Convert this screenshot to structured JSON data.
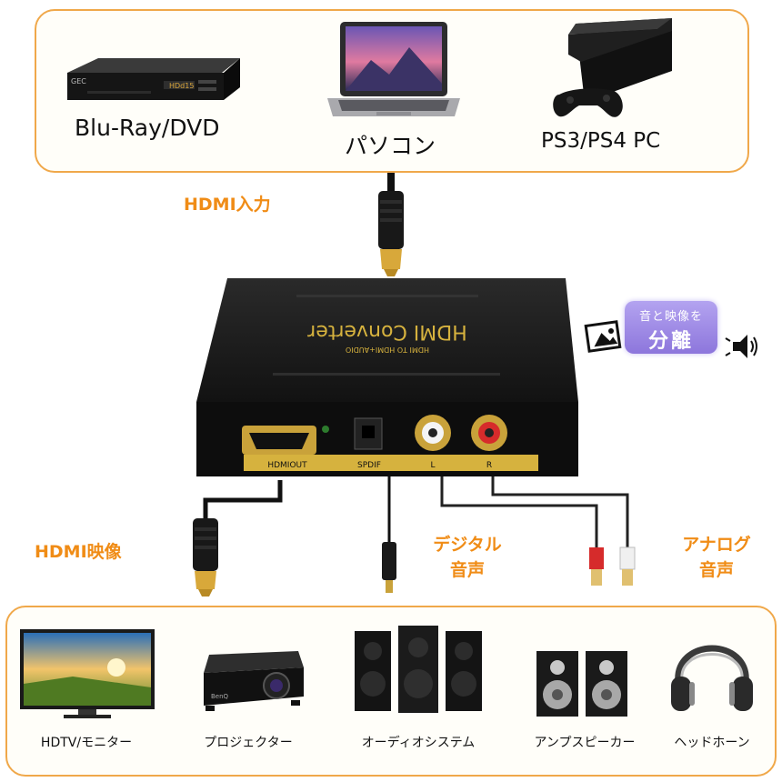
{
  "sources": {
    "bluray_label": "Blu-Ray/DVD",
    "pc_label": "パソコン",
    "ps_label": "PS3/PS4 PC",
    "player_brand": "GEC",
    "player_display": "HDd15"
  },
  "device": {
    "title": "HDMI Converter",
    "subtitle": "HDMI TO HDMI+AUDIO",
    "port_hdmi_out": "HDMIOUT",
    "port_spdif": "SPDIF",
    "port_left": "L",
    "port_right": "R"
  },
  "labels": {
    "hdmi_input": "HDMI入力",
    "hdmi_video": "HDMI映像",
    "digital_line1": "デジタル",
    "digital_line2": "音声",
    "analog_line1": "アナログ",
    "analog_line2": "音声"
  },
  "badge": {
    "line1": "音と映像を",
    "line2": "分離"
  },
  "outputs": {
    "hdtv_label": "HDTV/モニター",
    "projector_label": "プロジェクター",
    "audio_system_label": "オーディオシステム",
    "amp_speaker_label": "アンプスピーカー",
    "headphone_label": "ヘッドホーン",
    "projector_brand": "BenQ"
  },
  "colors": {
    "accent_orange": "#f08c16",
    "panel_border": "#f0a84a",
    "badge_purple": "#9a86e4",
    "device_gold": "#d6b23e"
  }
}
